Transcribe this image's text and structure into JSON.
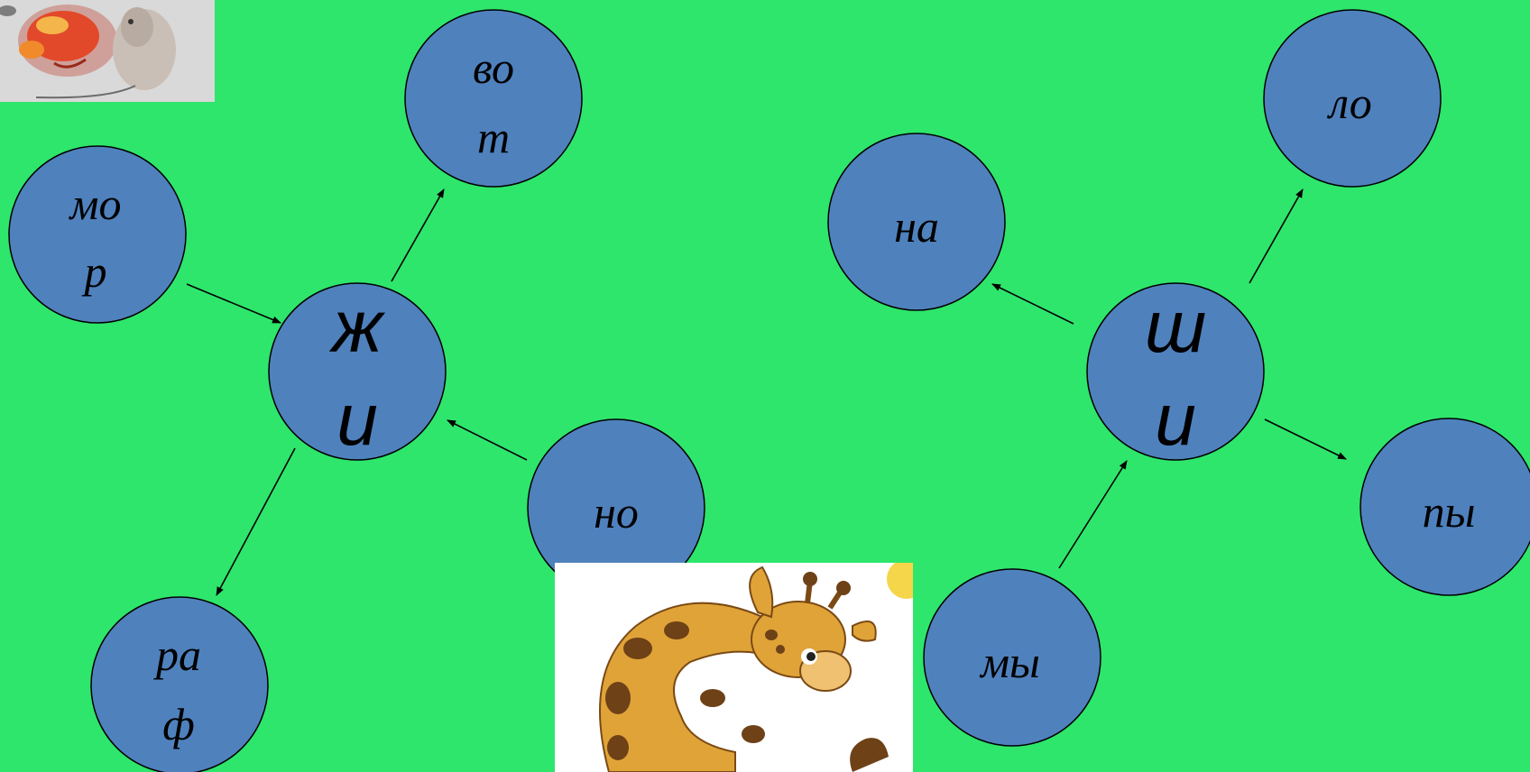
{
  "background_color": "#2ee66c",
  "node_color": "#4f81bd",
  "left_cluster": {
    "center": {
      "line1": "ж",
      "line2": "и"
    },
    "nodes": [
      {
        "id": "vo",
        "line1": "во",
        "line2": "т",
        "direction": "out"
      },
      {
        "id": "mo",
        "line1": "мо",
        "line2": "р",
        "direction": "in"
      },
      {
        "id": "no",
        "line1": "но",
        "line2": "",
        "direction": "in"
      },
      {
        "id": "ra",
        "line1": "ра",
        "line2": "ф",
        "direction": "out"
      }
    ]
  },
  "right_cluster": {
    "center": {
      "line1": "ш",
      "line2": "и"
    },
    "nodes": [
      {
        "id": "lo",
        "line1": "ло",
        "line2": "",
        "direction": "out"
      },
      {
        "id": "na",
        "line1": "на",
        "line2": "",
        "direction": "out"
      },
      {
        "id": "py",
        "line1": "пы",
        "line2": "",
        "direction": "out"
      },
      {
        "id": "my",
        "line1": "мы",
        "line2": "",
        "direction": "in"
      }
    ]
  },
  "images": [
    {
      "id": "mouse",
      "icon": "mouse-with-apple-picture"
    },
    {
      "id": "giraffe",
      "icon": "cartoon-giraffe-picture"
    }
  ]
}
